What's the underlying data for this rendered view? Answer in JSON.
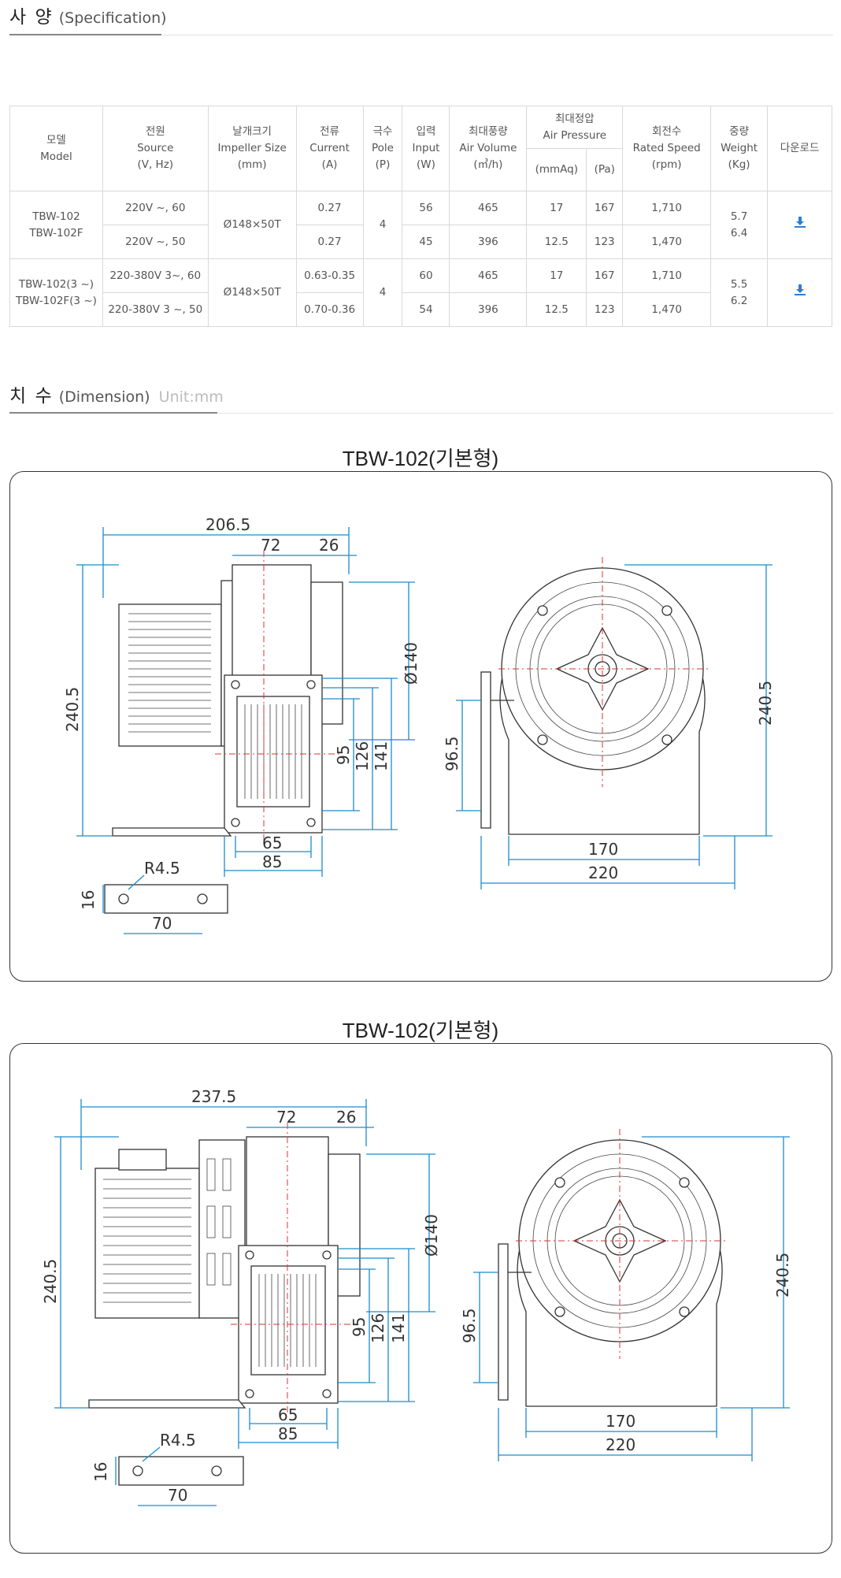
{
  "spec_section": {
    "title_ko": "사 양",
    "title_en": "(Specification)"
  },
  "spec_table": {
    "headers": {
      "model": [
        "모델",
        "Model"
      ],
      "source": [
        "전원",
        "Source",
        "(V, Hz)"
      ],
      "impeller": [
        "날개크기",
        "Impeller Size",
        "(mm)"
      ],
      "current": [
        "전류",
        "Current",
        "(A)"
      ],
      "pole": [
        "극수",
        "Pole",
        "(P)"
      ],
      "input": [
        "입력",
        "Input",
        "(W)"
      ],
      "air_volume": [
        "최대풍량",
        "Air Volume",
        "(㎥/h)"
      ],
      "air_pressure": [
        "최대정압",
        "Air Pressure"
      ],
      "pressure_mmaq": "(mmAq)",
      "pressure_pa": "(Pa)",
      "speed": [
        "회전수",
        "Rated Speed",
        "(rpm)"
      ],
      "weight": [
        "중량",
        "Weight",
        "(Kg)"
      ],
      "download": "다운로드"
    },
    "groups": [
      {
        "model": [
          "TBW-102",
          "TBW-102F"
        ],
        "impeller": "Ø148×50T",
        "pole": "4",
        "weight": [
          "5.7",
          "6.4"
        ],
        "rows": [
          {
            "source": "220V ~, 60",
            "current": "0.27",
            "input": "56",
            "air_volume": "465",
            "mmaq": "17",
            "pa": "167",
            "rpm": "1,710"
          },
          {
            "source": "220V ~, 50",
            "current": "0.27",
            "input": "45",
            "air_volume": "396",
            "mmaq": "12.5",
            "pa": "123",
            "rpm": "1,470"
          }
        ]
      },
      {
        "model": [
          "TBW-102(3 ~)",
          "TBW-102F(3 ~)"
        ],
        "impeller": "Ø148×50T",
        "pole": "4",
        "weight": [
          "5.5",
          "6.2"
        ],
        "rows": [
          {
            "source": "220-380V 3~, 60",
            "current": "0.63-0.35",
            "input": "60",
            "air_volume": "465",
            "mmaq": "17",
            "pa": "167",
            "rpm": "1,710"
          },
          {
            "source": "220-380V 3 ~, 50",
            "current": "0.70-0.36",
            "input": "54",
            "air_volume": "396",
            "mmaq": "12.5",
            "pa": "123",
            "rpm": "1,470"
          }
        ]
      }
    ],
    "download_icon": "download-icon",
    "download_color": "#2a7fd4"
  },
  "dimension_section": {
    "title_ko": "치 수",
    "title_en": "(Dimension)",
    "unit": "Unit:mm"
  },
  "drawings": [
    {
      "title": "TBW-102(기본형)",
      "dims": {
        "overall_length": "206.5",
        "housing_width": "72",
        "outlet_offset": "26",
        "diameter": "Ø140",
        "height": "240.5",
        "d95": "95",
        "d126": "126",
        "d141": "141",
        "d65": "65",
        "d85": "85",
        "slot_radius": "R4.5",
        "slot_height": "16",
        "slot_pitch": "70",
        "side_height": "240.5",
        "side_offset": "96.5",
        "side_base": "170",
        "side_total": "220"
      }
    },
    {
      "title": "TBW-102(기본형)",
      "dims": {
        "overall_length": "237.5",
        "housing_width": "72",
        "outlet_offset": "26",
        "diameter": "Ø140",
        "height": "240.5",
        "d95": "95",
        "d126": "126",
        "d141": "141",
        "d65": "65",
        "d85": "85",
        "slot_radius": "R4.5",
        "slot_height": "16",
        "slot_pitch": "70",
        "side_height": "240.5",
        "side_offset": "96.5",
        "side_base": "170",
        "side_total": "220"
      }
    }
  ]
}
